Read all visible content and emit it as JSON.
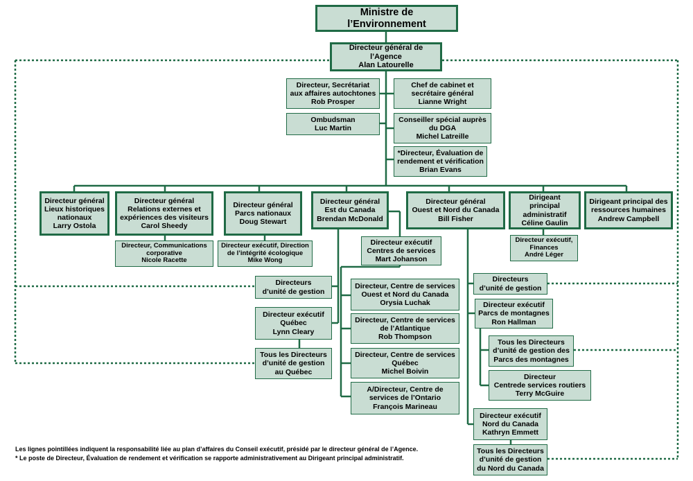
{
  "boxes": {
    "minister": "Ministre de l’Environnement",
    "dga": "Directeur général de l’Agence\nAlan Latourelle",
    "dir_autochtones": "Directeur, Secrétariat\naux affaires autochtones\nRob Prosper",
    "chef_cabinet": "Chef de cabinet et\nsecrétaire général\nLianne Wright",
    "ombudsman": "Ombudsman\nLuc Martin",
    "conseiller": "Conseiller spécial auprès\ndu DGA\nMichel Latreille",
    "dir_evaluation": "*Directeur, Évaluation de\nrendement et vérification\nBrian Evans",
    "dg_lieux": "Directeur général\nLieux historiques\nnationaux\nLarry Ostola",
    "dg_relations": "Directeur général\nRelations externes et\nexpériences des visiteurs\nCarol Sheedy",
    "dg_parcs": "Directeur général\nParcs nationaux\nDoug Stewart",
    "dg_est": "Directeur général\nEst du Canada\nBrendan McDonald",
    "dg_ouest": "Directeur général\nOuest et Nord du Canada\nBill Fisher",
    "dpa": "Dirigeant principal\nadministratif\nCéline Gaulin",
    "dprh": "Dirigeant principal des\nressources humaines\nAndrew Campbell",
    "dir_communications": "Directeur, Communications\ncorporative\nNicole Racette",
    "dir_integrite": "Directeur exécutif, Direction\nde l’intégrité écologique\nMike Wong",
    "de_finances": "Directeur exécutif,\nFinances\nAndré Léger",
    "de_centres": "Directeur exécutif\nCentres de services\nMart Johanson",
    "dug_est": "Directeurs\nd’unité de gestion",
    "de_quebec": "Directeur exécutif\nQuébec\nLynn Cleary",
    "tous_quebec": "Tous les Directeurs\nd’unité de gestion\nau Québec",
    "cs_ouest": "Directeur, Centre de services\nOuest et Nord du Canada\nOrysia Luchak",
    "cs_atlantique": "Directeur, Centre de services\nde l’Atlantique\nRob Thompson",
    "cs_quebec": "Directeur, Centre de services\nQuébec\nMichel Boivin",
    "cs_ontario": "A/Directeur, Centre de\nservices de l’Ontario\nFrançois Marineau",
    "dug_ouest": "Directeurs\nd’unité de gestion",
    "de_montagnes": "Directeur exécutif\nParcs de montagnes\nRon Hallman",
    "tous_montagnes": "Tous les Directeurs\nd’unité de gestion des\nParcs des montagnes",
    "dir_routiers": "Directeur\nCentrede services routiers\nTerry McGuire",
    "de_nord": "Directeur exécutif\nNord du Canada\nKathryn Emmett",
    "tous_nord": "Tous les Directeurs\nd’unité de gestion\ndu Nord du Canada"
  },
  "notes": [
    "Les lignes pointillées indiquent la responsabilité liée au plan d’affaires du Conseil exécutif, présidé par le directeur général de l’Agence.",
    "* Le poste de Directeur, Évaluation de rendement et vérification se rapporte administrativement au Dirigeant principal administratif."
  ],
  "colors": {
    "line": "#1f6a45",
    "box_fill": "#c9ddd3",
    "text": "#000000"
  }
}
